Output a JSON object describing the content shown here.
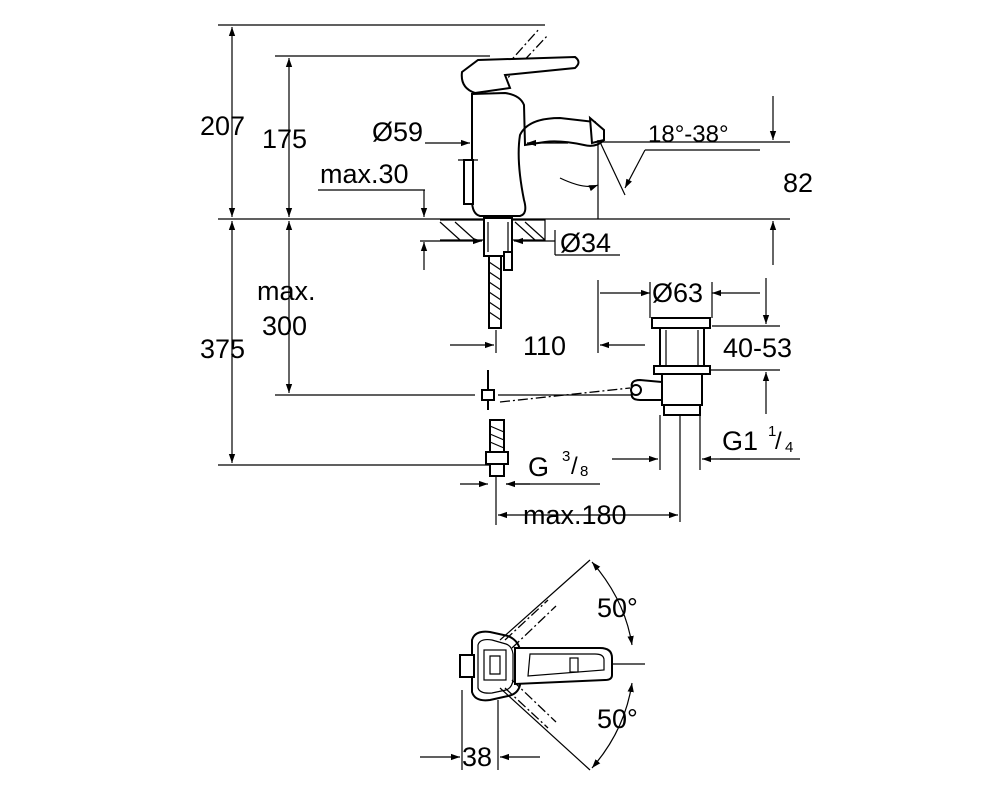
{
  "dimensions": {
    "overall_height": "207",
    "lever_height": "175",
    "diameter_body": "Ø59",
    "angle_range": "18°-38°",
    "max_mount_thickness": "max.30",
    "spout_height": "82",
    "diameter_hole": "Ø34",
    "diameter_drain": "Ø63",
    "max_line1": "max.",
    "max_line2": "300",
    "total_below": "375",
    "spout_reach": "110",
    "drain_range": "40-53",
    "thread_connection_base": "G",
    "thread_connection_num": "3",
    "thread_connection_den": "8",
    "thread_drain_base": "G1",
    "thread_drain_num": "1",
    "thread_drain_den": "4",
    "max_distance": "max.180",
    "top_view_angle_upper": "50°",
    "top_view_angle_lower": "50°",
    "top_view_width": "38"
  }
}
